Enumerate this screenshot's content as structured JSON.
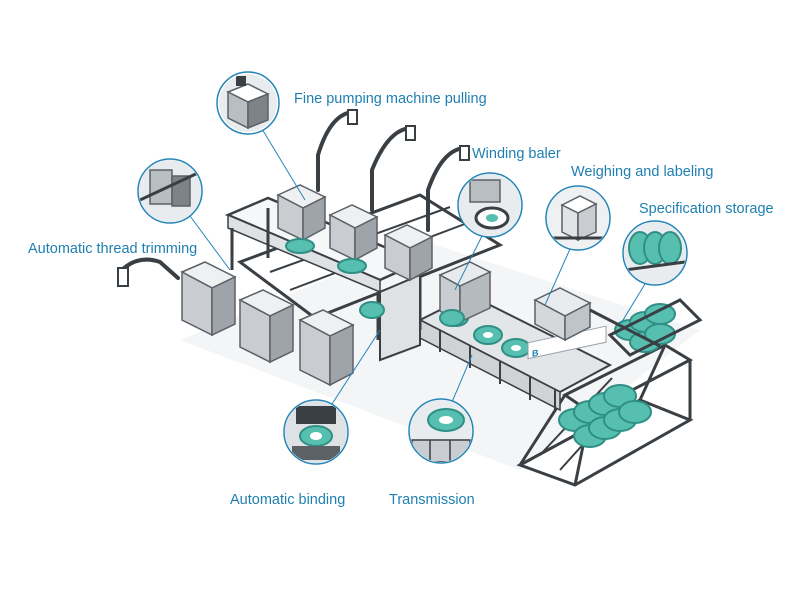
{
  "colors": {
    "label_text": "#1f7fb0",
    "callout_ring": "#2585b8",
    "frame": "#3a3f44",
    "machine_body": "#c9cdd1",
    "machine_dark": "#5c6166",
    "coil": "#57bfb0",
    "coil_dark": "#2f8f84",
    "conveyor_panel": "#e3e6e8"
  },
  "labels": {
    "fine_pumping": "Fine pumping machine pulling",
    "winding_baler": "Winding baler",
    "weighing": "Weighing and labeling",
    "storage": "Specification storage",
    "thread_trimming": "Automatic thread trimming",
    "binding": "Automatic binding",
    "transmission": "Transmission"
  },
  "banner": {
    "glyph": "B"
  },
  "icons": {
    "robot_arm": "robot-arm-icon",
    "callout": "magnifier-callout"
  }
}
